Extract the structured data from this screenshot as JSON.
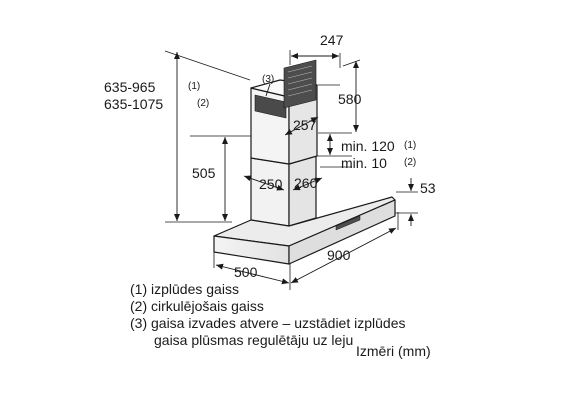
{
  "dimensions": {
    "total_height_exhaust": "635-965",
    "total_height_exhaust_ref": "(1)",
    "total_height_recirc": "635-1075",
    "total_height_recirc_ref": "(2)",
    "hood_height": "505",
    "chimney_width": "247",
    "chimney_height": "580",
    "chimney_depth": "257",
    "duct_width": "250",
    "duct_depth": "260",
    "ceiling_gap_exhaust": "min. 120",
    "ceiling_gap_exhaust_ref": "(1)",
    "ceiling_gap_recirc": "min. 10",
    "ceiling_gap_recirc_ref": "(2)",
    "canopy_height": "53",
    "hood_depth": "500",
    "hood_width": "900",
    "vent_callout": "(3)"
  },
  "legend": [
    "(1) izplūdes gaiss",
    "(2) cirkulējošais gaiss",
    "(3) gaisa izvades atvere – uzstādiet izplūdes",
    "gaisa plūsmas regulētāju uz leju"
  ],
  "units_label": "Izmēri (mm)"
}
